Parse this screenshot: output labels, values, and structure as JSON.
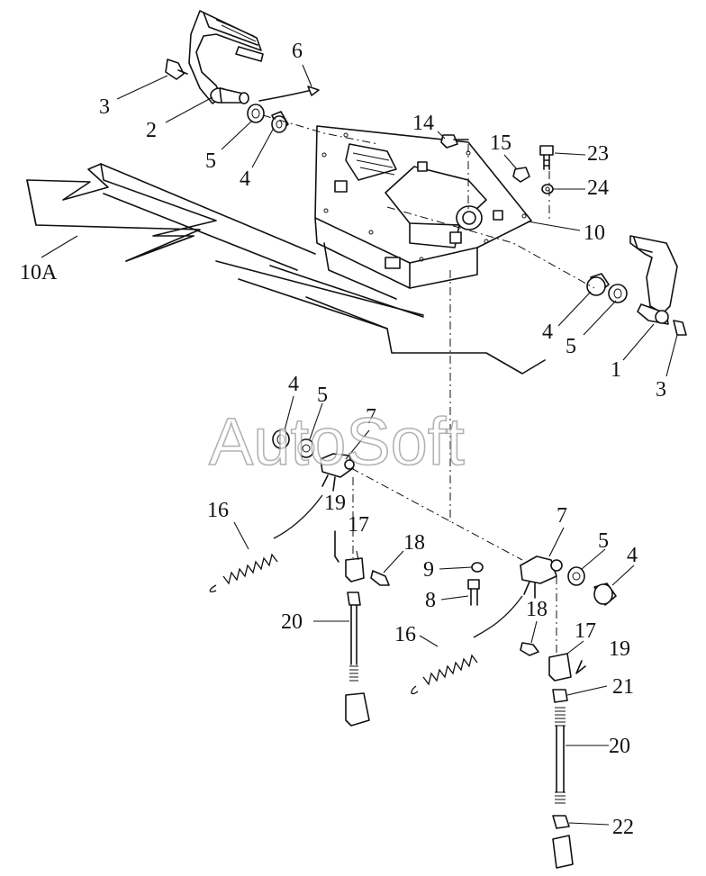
{
  "watermark": "AutoSoft",
  "callouts": [
    {
      "id": "c-3-top",
      "label": "3"
    },
    {
      "id": "c-6",
      "label": "6"
    },
    {
      "id": "c-2",
      "label": "2"
    },
    {
      "id": "c-5-top",
      "label": "5"
    },
    {
      "id": "c-4-top",
      "label": "4"
    },
    {
      "id": "c-14",
      "label": "14"
    },
    {
      "id": "c-15",
      "label": "15"
    },
    {
      "id": "c-23",
      "label": "23"
    },
    {
      "id": "c-24",
      "label": "24"
    },
    {
      "id": "c-10",
      "label": "10"
    },
    {
      "id": "c-10a",
      "label": "10A"
    },
    {
      "id": "c-4-mid",
      "label": "4"
    },
    {
      "id": "c-5-mid",
      "label": "5"
    },
    {
      "id": "c-1",
      "label": "1"
    },
    {
      "id": "c-3-right",
      "label": "3"
    },
    {
      "id": "c-4-left",
      "label": "4"
    },
    {
      "id": "c-5-left",
      "label": "5"
    },
    {
      "id": "c-7-left",
      "label": "7"
    },
    {
      "id": "c-16-left",
      "label": "16"
    },
    {
      "id": "c-19-left",
      "label": "19"
    },
    {
      "id": "c-17-left",
      "label": "17"
    },
    {
      "id": "c-18-left",
      "label": "18"
    },
    {
      "id": "c-20-left",
      "label": "20"
    },
    {
      "id": "c-9",
      "label": "9"
    },
    {
      "id": "c-8",
      "label": "8"
    },
    {
      "id": "c-7-right",
      "label": "7"
    },
    {
      "id": "c-5-right",
      "label": "5"
    },
    {
      "id": "c-4-right",
      "label": "4"
    },
    {
      "id": "c-18-right",
      "label": "18"
    },
    {
      "id": "c-16-right",
      "label": "16"
    },
    {
      "id": "c-17-right",
      "label": "17"
    },
    {
      "id": "c-19-right",
      "label": "19"
    },
    {
      "id": "c-21",
      "label": "21"
    },
    {
      "id": "c-20-right",
      "label": "20"
    },
    {
      "id": "c-22",
      "label": "22"
    }
  ]
}
